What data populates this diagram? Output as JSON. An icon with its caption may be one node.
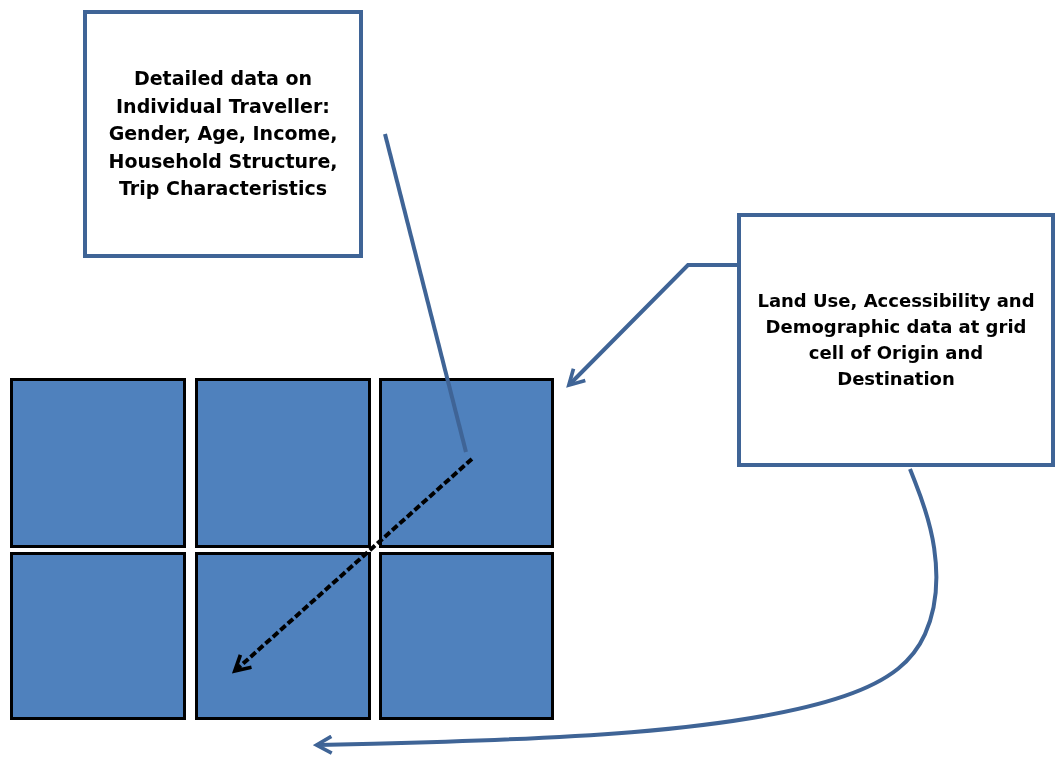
{
  "diagram": {
    "nodes": [
      {
        "text": [
          "Detailed data on Individual Traveller: Gender, Age, Income, Household Structure, Trip Characteristics"
        ]
      },
      {
        "text": [
          "Land Use, Accessibility and Demographic data at grid cell of Origin and Destination"
        ]
      },
      {
        "text": [],
        "shape": "box"
      },
      {
        "text": [],
        "shape": "box"
      },
      {
        "text": [],
        "shape": "box"
      },
      {
        "text": [],
        "shape": "box"
      },
      {
        "text": [],
        "shape": "box"
      },
      {
        "text": [],
        "shape": "box"
      }
    ],
    "edges": [
      {
        "from": 0,
        "to": 4,
        "arrow": "none"
      },
      {
        "from": 1,
        "to": 4,
        "arrow": "to"
      },
      {
        "from": 4,
        "to": 6,
        "arrow": "to",
        "style": "dashed",
        "color": "#000000"
      },
      {
        "from": 1,
        "to": 6,
        "arrow": "to"
      }
    ]
  }
}
